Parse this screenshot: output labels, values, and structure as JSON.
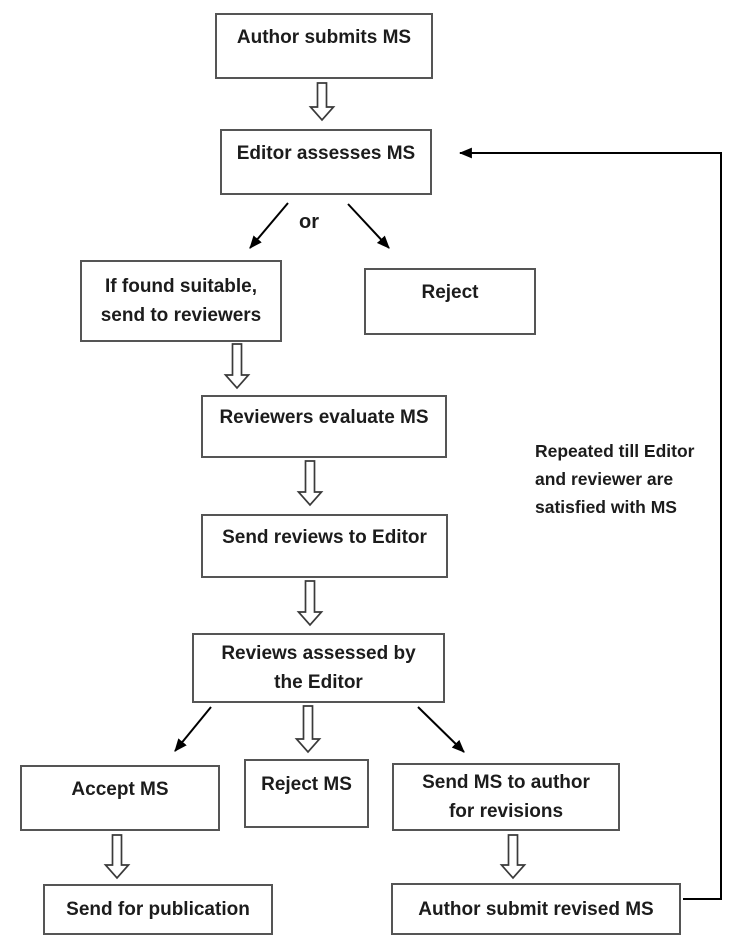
{
  "flowchart": {
    "title_hint": "Manuscript (MS) review process flowchart",
    "nodes": {
      "author_submits": {
        "label": "Author submits MS"
      },
      "editor_assesses": {
        "label": "Editor assesses MS"
      },
      "if_suitable": {
        "label": "If found suitable,\nsend to reviewers"
      },
      "reject": {
        "label": "Reject"
      },
      "reviewers_evaluate": {
        "label": "Reviewers evaluate MS"
      },
      "send_reviews": {
        "label": "Send reviews to Editor"
      },
      "reviews_assessed": {
        "label": "Reviews assessed by\nthe Editor"
      },
      "accept_ms": {
        "label": "Accept MS"
      },
      "reject_ms": {
        "label": "Reject MS"
      },
      "send_to_author": {
        "label": "Send MS to author\nfor revisions"
      },
      "send_publication": {
        "label": "Send for publication"
      },
      "author_revised": {
        "label": "Author submit revised MS"
      }
    },
    "labels": {
      "or": "or",
      "loop_note": "Repeated till Editor\nand reviewer are\nsatisfied with MS"
    },
    "edges": [
      {
        "from": "author_submits",
        "to": "editor_assesses",
        "style": "block-arrow"
      },
      {
        "from": "editor_assesses",
        "to": "if_suitable",
        "style": "line-arrow",
        "label": "or"
      },
      {
        "from": "editor_assesses",
        "to": "reject",
        "style": "line-arrow",
        "label": "or"
      },
      {
        "from": "if_suitable",
        "to": "reviewers_evaluate",
        "style": "block-arrow"
      },
      {
        "from": "reviewers_evaluate",
        "to": "send_reviews",
        "style": "block-arrow"
      },
      {
        "from": "send_reviews",
        "to": "reviews_assessed",
        "style": "block-arrow"
      },
      {
        "from": "reviews_assessed",
        "to": "accept_ms",
        "style": "line-arrow"
      },
      {
        "from": "reviews_assessed",
        "to": "reject_ms",
        "style": "block-arrow"
      },
      {
        "from": "reviews_assessed",
        "to": "send_to_author",
        "style": "line-arrow"
      },
      {
        "from": "accept_ms",
        "to": "send_publication",
        "style": "block-arrow"
      },
      {
        "from": "send_to_author",
        "to": "author_revised",
        "style": "block-arrow"
      },
      {
        "from": "author_revised",
        "to": "editor_assesses",
        "style": "elbow-line-arrow"
      }
    ],
    "colors": {
      "background": "#ffffff",
      "box_border": "#555555",
      "text": "#1c1c1c",
      "solid_arrow": "#000000",
      "block_arrow_outline": "#3a3a3a",
      "block_arrow_fill": "#ffffff"
    }
  }
}
